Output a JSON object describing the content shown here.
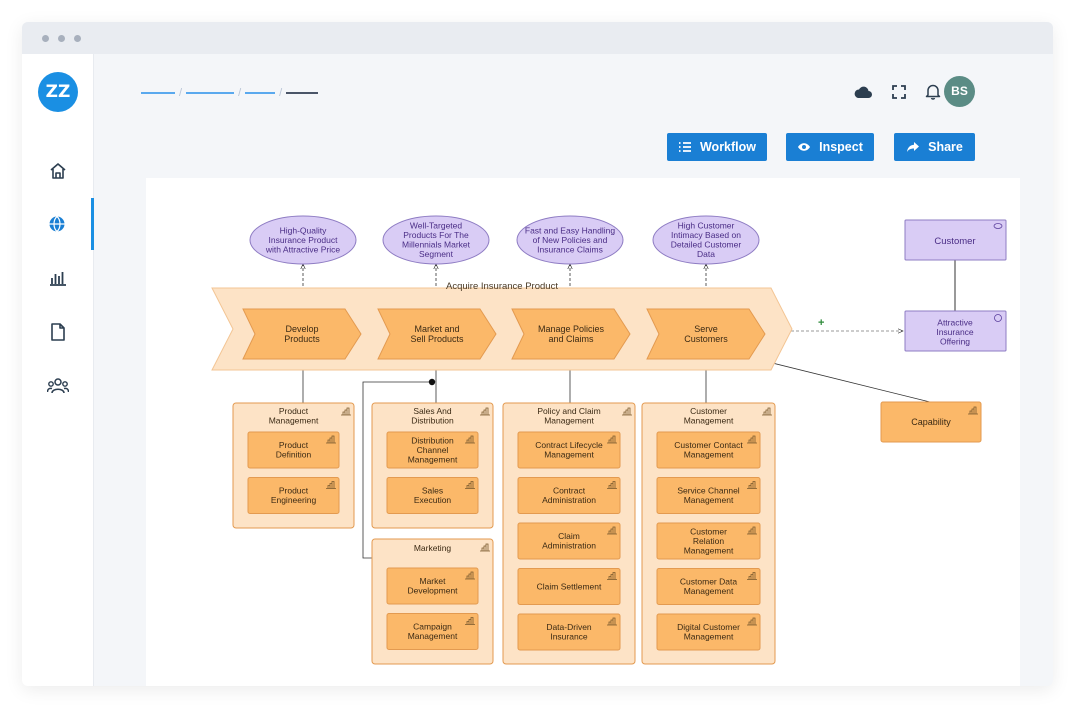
{
  "nav": {
    "logo": "ZZ",
    "items": [
      {
        "name": "home-icon"
      },
      {
        "name": "globe-icon"
      },
      {
        "name": "bar-chart-icon"
      },
      {
        "name": "document-icon"
      },
      {
        "name": "users-icon"
      }
    ]
  },
  "header": {
    "avatar": "BS",
    "icons": [
      "cloud-icon",
      "fullscreen-icon",
      "bell-icon"
    ]
  },
  "toolbar": {
    "workflow": "Workflow",
    "inspect": "Inspect",
    "share": "Share"
  },
  "diagram": {
    "goals": [
      [
        "High-Quality",
        "Insurance Product",
        "with Attractive Price"
      ],
      [
        "Well-Targeted",
        "Products For The",
        "Millennials Market",
        "Segment"
      ],
      [
        "Fast and Easy Handling",
        "of New Policies and",
        "Insurance Claims"
      ],
      [
        "High Customer",
        "Intimacy Based on",
        "Detailed Customer",
        "Data"
      ]
    ],
    "value_stream": "Acquire Insurance Product",
    "stages": [
      [
        "Develop",
        "Products"
      ],
      [
        "Market and",
        "Sell Products"
      ],
      [
        "Manage Policies",
        "and Claims"
      ],
      [
        "Serve",
        "Customers"
      ]
    ],
    "customer": "Customer",
    "offering": [
      "Attractive",
      "Insurance",
      "Offering"
    ],
    "plus": "+",
    "capability": "Capability",
    "groups": [
      {
        "title": [
          "Product",
          "Management"
        ],
        "items": [
          [
            "Product",
            "Definition"
          ],
          [
            "Product",
            "Engineering"
          ]
        ]
      },
      {
        "title": [
          "Sales And",
          "Distribution"
        ],
        "items": [
          [
            "Distribution",
            "Channel",
            "Management"
          ],
          [
            "Sales",
            "Execution"
          ]
        ]
      },
      {
        "title": [
          "Marketing"
        ],
        "items": [
          [
            "Market",
            "Development"
          ],
          [
            "Campaign",
            "Management"
          ]
        ]
      },
      {
        "title": [
          "Policy and Claim",
          "Management"
        ],
        "items": [
          [
            "Contract Lifecycle",
            "Management"
          ],
          [
            "Contract",
            "Administration"
          ],
          [
            "Claim",
            "Administration"
          ],
          [
            "Claim Settlement"
          ],
          [
            "Data-Driven",
            "Insurance"
          ]
        ]
      },
      {
        "title": [
          "Customer",
          "Management"
        ],
        "items": [
          [
            "Customer Contact",
            "Management"
          ],
          [
            "Service Channel",
            "Management"
          ],
          [
            "Customer",
            "Relation",
            "Management"
          ],
          [
            "Customer Data",
            "Management"
          ],
          [
            "Digital Customer",
            "Management"
          ]
        ]
      }
    ]
  }
}
